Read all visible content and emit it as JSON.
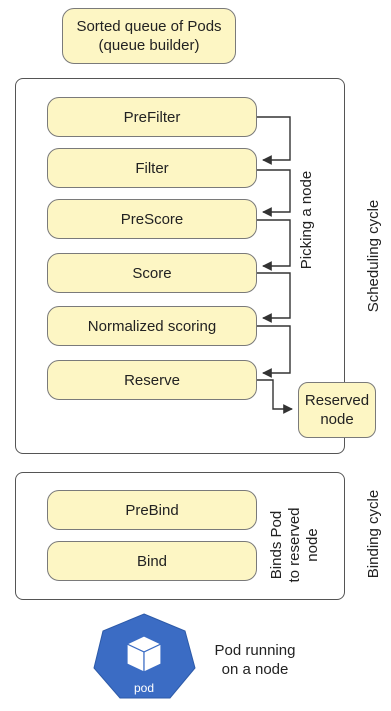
{
  "queue": {
    "line1": "Sorted queue of Pods",
    "line2": "(queue builder)"
  },
  "scheduling_cycle": {
    "label": "Scheduling cycle",
    "group_label": "Picking a node",
    "steps": [
      "PreFilter",
      "Filter",
      "PreScore",
      "Score",
      "Normalized scoring",
      "Reserve"
    ],
    "reserved": {
      "line1": "Reserved",
      "line2": "node"
    }
  },
  "binding_cycle": {
    "label": "Binding cycle",
    "group_label": {
      "line1": "Binds Pod",
      "line2": "to reserved",
      "line3": "node"
    },
    "steps": [
      "PreBind",
      "Bind"
    ]
  },
  "pod": {
    "icon_label": "pod",
    "caption_line1": "Pod running",
    "caption_line2": "on a node"
  },
  "colors": {
    "box_fill": "#fdf6c4",
    "pod_blue": "#3b6cc4"
  }
}
